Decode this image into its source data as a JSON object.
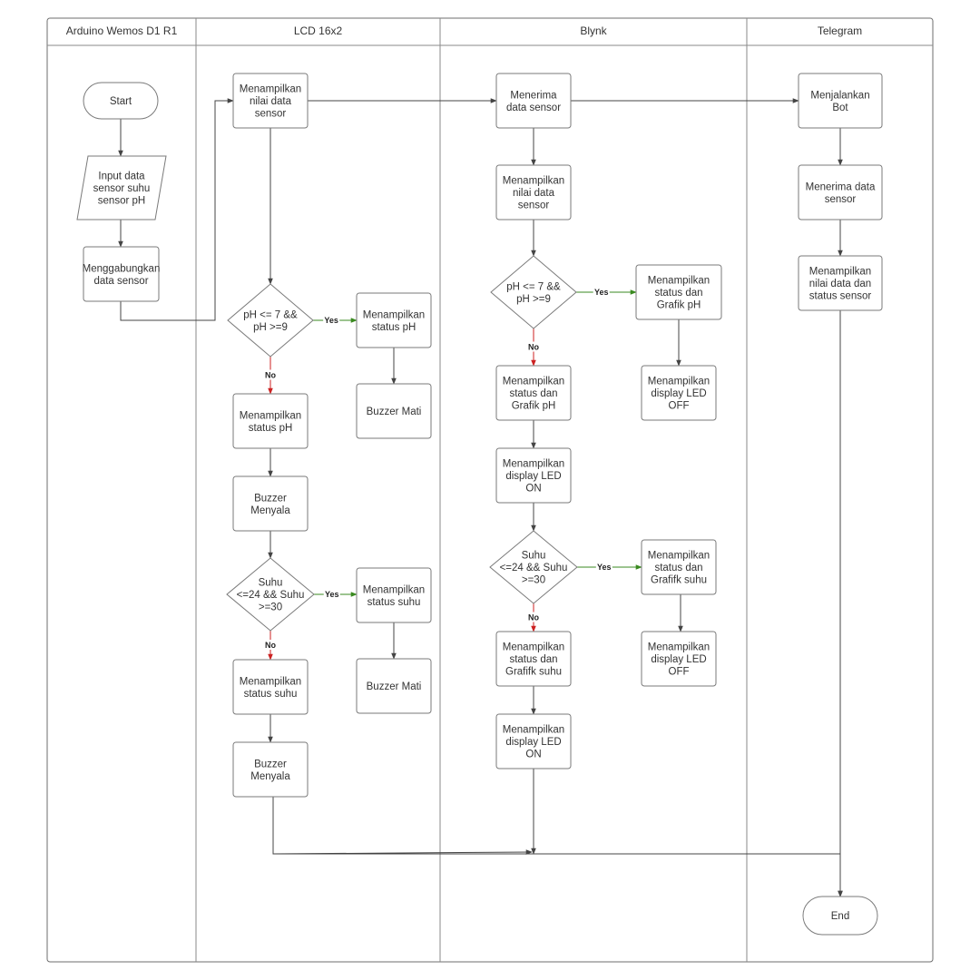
{
  "colors": {
    "normal_edge": "#444444",
    "yes_edge": "#3a8a20",
    "no_edge": "#cc2222",
    "box_border": "#7a7a7a",
    "text": "#333333"
  },
  "lanes": [
    {
      "id": "arduino",
      "title": "Arduino Wemos D1 R1"
    },
    {
      "id": "lcd",
      "title": "LCD 16x2"
    },
    {
      "id": "blynk",
      "title": "Blynk"
    },
    {
      "id": "telegram",
      "title": "Telegram"
    }
  ],
  "nodes": [
    {
      "id": "start",
      "shape": "terminal",
      "lane": "arduino",
      "lines": [
        "Start"
      ]
    },
    {
      "id": "input",
      "shape": "parallelogram",
      "lane": "arduino",
      "lines": [
        "Input data",
        "sensor suhu",
        "sensor pH"
      ]
    },
    {
      "id": "merge",
      "shape": "process",
      "lane": "arduino",
      "lines": [
        "Menggabungkan",
        "data sensor"
      ]
    },
    {
      "id": "lcd_show",
      "shape": "process",
      "lane": "lcd",
      "lines": [
        "Menampilkan",
        "nilai data",
        "sensor"
      ]
    },
    {
      "id": "lcd_ph_dec",
      "shape": "decision",
      "lane": "lcd",
      "lines": [
        "pH <= 7 &&",
        "pH >=9"
      ]
    },
    {
      "id": "lcd_ph_yes",
      "shape": "process",
      "lane": "lcd",
      "lines": [
        "Menampilkan",
        "status pH"
      ]
    },
    {
      "id": "lcd_buzz_off1",
      "shape": "process",
      "lane": "lcd",
      "lines": [
        "Buzzer Mati"
      ]
    },
    {
      "id": "lcd_ph_no",
      "shape": "process",
      "lane": "lcd",
      "lines": [
        "Menampilkan",
        "status pH"
      ]
    },
    {
      "id": "lcd_buzz_on1",
      "shape": "process",
      "lane": "lcd",
      "lines": [
        "Buzzer",
        "Menyala"
      ]
    },
    {
      "id": "lcd_suhu_dec",
      "shape": "decision",
      "lane": "lcd",
      "lines": [
        "Suhu",
        "<=24 && Suhu",
        ">=30"
      ]
    },
    {
      "id": "lcd_suhu_yes",
      "shape": "process",
      "lane": "lcd",
      "lines": [
        "Menampilkan",
        "status suhu"
      ]
    },
    {
      "id": "lcd_buzz_off2",
      "shape": "process",
      "lane": "lcd",
      "lines": [
        "Buzzer Mati"
      ]
    },
    {
      "id": "lcd_suhu_no",
      "shape": "process",
      "lane": "lcd",
      "lines": [
        "Menampilkan",
        "status suhu"
      ]
    },
    {
      "id": "lcd_buzz_on2",
      "shape": "process",
      "lane": "lcd",
      "lines": [
        "Buzzer",
        "Menyala"
      ]
    },
    {
      "id": "bl_recv",
      "shape": "process",
      "lane": "blynk",
      "lines": [
        "Menerima",
        "data sensor"
      ]
    },
    {
      "id": "bl_show",
      "shape": "process",
      "lane": "blynk",
      "lines": [
        "Menampilkan",
        "nilai data",
        "sensor"
      ]
    },
    {
      "id": "bl_ph_dec",
      "shape": "decision",
      "lane": "blynk",
      "lines": [
        "pH <= 7 &&",
        "pH >=9"
      ]
    },
    {
      "id": "bl_ph_yes",
      "shape": "process",
      "lane": "blynk",
      "lines": [
        "Menampilkan",
        "status dan",
        "Grafik pH"
      ]
    },
    {
      "id": "bl_led_off1",
      "shape": "process",
      "lane": "blynk",
      "lines": [
        "Menampilkan",
        "display LED",
        "OFF"
      ]
    },
    {
      "id": "bl_ph_no",
      "shape": "process",
      "lane": "blynk",
      "lines": [
        "Menampilkan",
        "status dan",
        "Grafik pH"
      ]
    },
    {
      "id": "bl_led_on1",
      "shape": "process",
      "lane": "blynk",
      "lines": [
        "Menampilkan",
        "display LED",
        "ON"
      ]
    },
    {
      "id": "bl_suhu_dec",
      "shape": "decision",
      "lane": "blynk",
      "lines": [
        "Suhu",
        "<=24 && Suhu",
        ">=30"
      ]
    },
    {
      "id": "bl_suhu_yes",
      "shape": "process",
      "lane": "blynk",
      "lines": [
        "Menampilkan",
        "status dan",
        "Grafifk suhu"
      ]
    },
    {
      "id": "bl_led_off2",
      "shape": "process",
      "lane": "blynk",
      "lines": [
        "Menampilkan",
        "display LED",
        "OFF"
      ]
    },
    {
      "id": "bl_suhu_no",
      "shape": "process",
      "lane": "blynk",
      "lines": [
        "Menampilkan",
        "status dan",
        "Grafifk suhu"
      ]
    },
    {
      "id": "bl_led_on2",
      "shape": "process",
      "lane": "blynk",
      "lines": [
        "Menampilkan",
        "display LED",
        "ON"
      ]
    },
    {
      "id": "tg_bot",
      "shape": "process",
      "lane": "telegram",
      "lines": [
        "Menjalankan",
        "Bot"
      ]
    },
    {
      "id": "tg_recv",
      "shape": "process",
      "lane": "telegram",
      "lines": [
        "Menerima data",
        "sensor"
      ]
    },
    {
      "id": "tg_show",
      "shape": "process",
      "lane": "telegram",
      "lines": [
        "Menampilkan",
        "nilai data dan",
        "status sensor"
      ]
    },
    {
      "id": "end",
      "shape": "terminal",
      "lane": "telegram",
      "lines": [
        "End"
      ]
    }
  ],
  "edges": [
    {
      "from": "start",
      "to": "input",
      "kind": "normal",
      "label": ""
    },
    {
      "from": "input",
      "to": "merge",
      "kind": "normal",
      "label": ""
    },
    {
      "from": "merge",
      "to": "lcd_show",
      "kind": "normal",
      "label": ""
    },
    {
      "from": "lcd_show",
      "to": "bl_recv",
      "kind": "normal",
      "label": ""
    },
    {
      "from": "bl_recv",
      "to": "tg_bot",
      "kind": "normal",
      "label": ""
    },
    {
      "from": "lcd_show",
      "to": "lcd_ph_dec",
      "kind": "normal",
      "label": ""
    },
    {
      "from": "lcd_ph_dec",
      "to": "lcd_ph_yes",
      "kind": "yes",
      "label": "Yes"
    },
    {
      "from": "lcd_ph_yes",
      "to": "lcd_buzz_off1",
      "kind": "normal",
      "label": ""
    },
    {
      "from": "lcd_ph_dec",
      "to": "lcd_ph_no",
      "kind": "no",
      "label": "No"
    },
    {
      "from": "lcd_ph_no",
      "to": "lcd_buzz_on1",
      "kind": "normal",
      "label": ""
    },
    {
      "from": "lcd_buzz_on1",
      "to": "lcd_suhu_dec",
      "kind": "normal",
      "label": ""
    },
    {
      "from": "lcd_suhu_dec",
      "to": "lcd_suhu_yes",
      "kind": "yes",
      "label": "Yes"
    },
    {
      "from": "lcd_suhu_yes",
      "to": "lcd_buzz_off2",
      "kind": "normal",
      "label": ""
    },
    {
      "from": "lcd_suhu_dec",
      "to": "lcd_suhu_no",
      "kind": "no",
      "label": "No"
    },
    {
      "from": "lcd_suhu_no",
      "to": "lcd_buzz_on2",
      "kind": "normal",
      "label": ""
    },
    {
      "from": "lcd_buzz_on2",
      "to": "end",
      "kind": "normal",
      "label": ""
    },
    {
      "from": "bl_recv",
      "to": "bl_show",
      "kind": "normal",
      "label": ""
    },
    {
      "from": "bl_show",
      "to": "bl_ph_dec",
      "kind": "normal",
      "label": ""
    },
    {
      "from": "bl_ph_dec",
      "to": "bl_ph_yes",
      "kind": "yes",
      "label": "Yes"
    },
    {
      "from": "bl_ph_yes",
      "to": "bl_led_off1",
      "kind": "normal",
      "label": ""
    },
    {
      "from": "bl_ph_dec",
      "to": "bl_ph_no",
      "kind": "no",
      "label": "No"
    },
    {
      "from": "bl_ph_no",
      "to": "bl_led_on1",
      "kind": "normal",
      "label": ""
    },
    {
      "from": "bl_led_on1",
      "to": "bl_suhu_dec",
      "kind": "normal",
      "label": ""
    },
    {
      "from": "bl_suhu_dec",
      "to": "bl_suhu_yes",
      "kind": "yes",
      "label": "Yes"
    },
    {
      "from": "bl_suhu_yes",
      "to": "bl_led_off2",
      "kind": "normal",
      "label": ""
    },
    {
      "from": "bl_suhu_dec",
      "to": "bl_suhu_no",
      "kind": "no",
      "label": "No"
    },
    {
      "from": "bl_suhu_no",
      "to": "bl_led_on2",
      "kind": "normal",
      "label": ""
    },
    {
      "from": "bl_led_on2",
      "to": "end",
      "kind": "normal",
      "label": ""
    },
    {
      "from": "tg_bot",
      "to": "tg_recv",
      "kind": "normal",
      "label": ""
    },
    {
      "from": "tg_recv",
      "to": "tg_show",
      "kind": "normal",
      "label": ""
    },
    {
      "from": "tg_show",
      "to": "end",
      "kind": "normal",
      "label": ""
    }
  ]
}
